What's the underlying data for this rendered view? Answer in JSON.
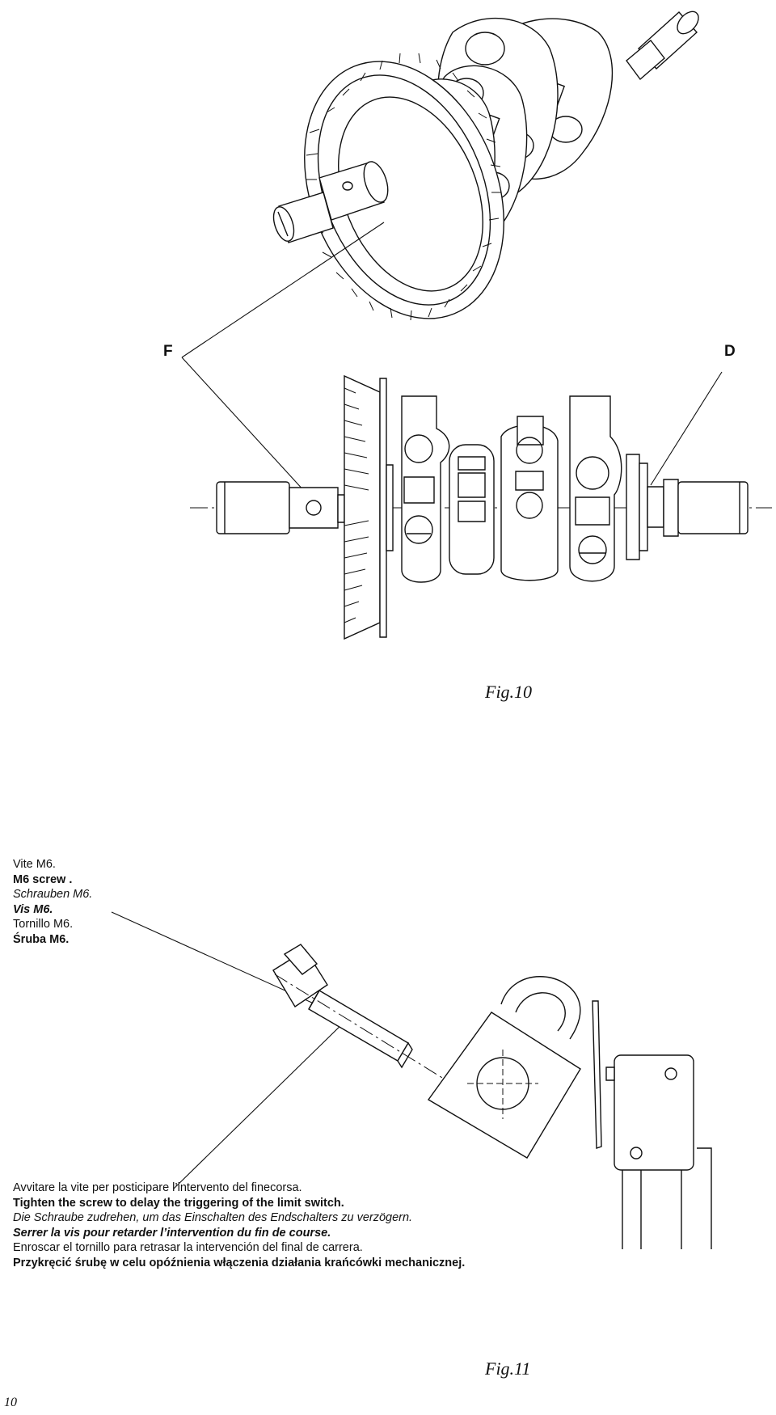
{
  "page_number": "10",
  "fig10": {
    "caption": "Fig.10",
    "callouts": {
      "f": "F",
      "d": "D"
    }
  },
  "fig11": {
    "caption": "Fig.11",
    "screw_label": [
      "Vite M6.",
      "M6 screw .",
      "Schrauben M6.",
      "Vis M6.",
      "Tornillo M6.",
      "Śruba M6."
    ],
    "instructions": [
      "Avvitare la vite per posticipare l’intervento del finecorsa.",
      "Tighten the screw to delay the triggering of the limit switch.",
      "Die Schraube zudrehen, um das Einschalten des Endschalters zu verzögern.",
      "Serrer la vis pour retarder l’intervention du fin de course.",
      "Enroscar el tornillo para retrasar la intervención del final de carrera.",
      "Przykręcić śrubę w celu opóźnienia włączenia działania krańcówki mechanicznej."
    ]
  }
}
